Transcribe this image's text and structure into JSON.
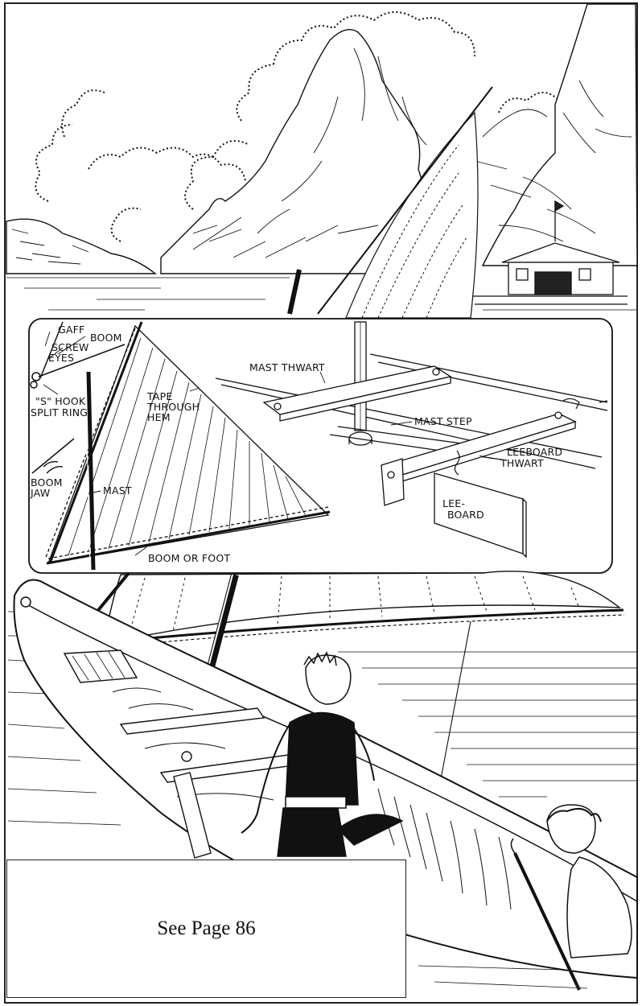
{
  "inset_labels": {
    "gaff": "GAFF",
    "boom": "BOOM",
    "screw": "SCREW",
    "eyes": "EYES",
    "s_hook": "\"S\" HOOK",
    "split_ring": "SPLIT RING",
    "tape": "TAPE",
    "through": "THROUGH",
    "hem": "HEM",
    "boom_jaw_1": "BOOM",
    "boom_jaw_2": "JAW",
    "mast": "MAST",
    "boom_or_foot": "BOOM OR FOOT",
    "mast_thwart": "MAST THWART",
    "mast_step": "MAST STEP",
    "leeboard_thwart_1": "LEEBOARD",
    "leeboard_thwart_2": "THWART",
    "leeboard_1": "LEE-",
    "leeboard_2": "BOARD"
  },
  "caption": "See Page 86"
}
